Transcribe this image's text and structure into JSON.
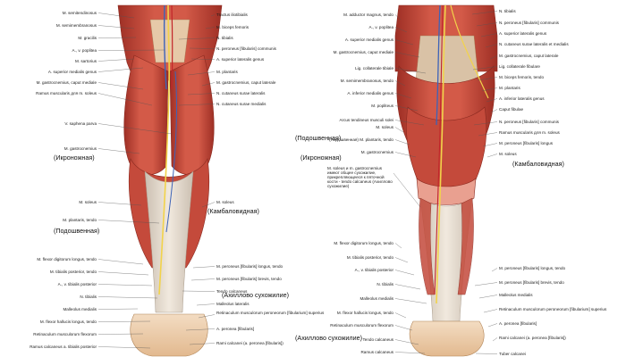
{
  "left_figure": {
    "labels_left": [
      "M. semitendinosus",
      "M. semimembranosus",
      "M. gracilis",
      "A., v. poplitea",
      "M. sartorius",
      "A. superior medialis genus",
      "M. gastrocnemius, caput mediale",
      "Ramus muscularis для m. soleus",
      "V. saphena parva",
      "M. gastrocnemius",
      "M. soleus",
      "M. plantaris, tendo",
      "M. flexor digitorum longus, tendo",
      "M. tibialis posterior, tendo",
      "A., v. tibialis posterior",
      "N. tibialis",
      "Malleolus medialis",
      "M. flexor hallucis longus, tendo",
      "Retinaculum musculorum flexorum",
      "Ramus calcaneus a. tibialis posterior"
    ],
    "labels_right": [
      "Tractus iliotibialis",
      "M. biceps femoris",
      "N. tibialis",
      "N. peroneus [fibularis] communis",
      "A. superior lateralis genus",
      "M. plantaris",
      "M. gastrocnemius, caput laterale",
      "N. cutaneus surae lateralis",
      "N. cutaneus surae medialis",
      "M. soleus",
      "M. peroneus [fibularis] longus, tendo",
      "M. peroneus [fibularis] brevis, tendo",
      "Tendo calcaneus",
      "Malleolus lateralis",
      "Retinaculum musculorum peroneorum [fibularium] superius",
      "A. peronea [fibularis]",
      "Rami calcanei (a. peronea [fibularis])"
    ],
    "russian": {
      "gastrocnemius": "(Икроножная)",
      "soleus": "(Камбаловидная)",
      "plantaris": "(Подошвенная)",
      "achilles": "(Ахиллово сухожилие)"
    }
  },
  "right_figure": {
    "labels_left": [
      "M. adductor magnus, tendo",
      "A., v. poplitea",
      "A. superior medialis genus",
      "M. gastrocnemius, caput mediale",
      "Lig. collaterale tibiale",
      "M. semimembranosus, tendo",
      "A. inferior medialis genus",
      "M. popliteus",
      "Arcus tendineus musculi solei",
      "M. soleus",
      "(Подошвенная) M. plantaris, tendo",
      "M. gastrocnemius",
      "M. soleus и m. gastrocnemius имеют общее сухожилие, прикрепляющееся к пяточной кости - tendo calcaneus (Ахиллово сухожилие)",
      "M. flexor digitorum longus, tendo",
      "M. tibialis posterior, tendo",
      "A., v. tibialis posterior",
      "N. tibialis",
      "Malleolus medialis",
      "M. flexor hallucis longus, tendo",
      "Retinaculum musculorum flexorum",
      "Tendo calcaneus",
      "Ramus calcaneus"
    ],
    "labels_right": [
      "N. tibialis",
      "N. peroneus [fibularis] communis",
      "A. superior lateralis genus",
      "N. cutaneus surae lateralis et medialis",
      "M. gastrocnemius, caput laterale",
      "Lig. collaterale fibulare",
      "M. biceps femoris, tendo",
      "M. plantaris",
      "A. inferior lateralis genus",
      "Caput fibulae",
      "N. peroneus [fibularis] communis",
      "Ramus muscularis для m. soleus",
      "M. peroneus [fibularis] longus",
      "M. soleus",
      "M. peroneus [fibularis] longus, tendo",
      "M. peroneus [fibularis] brevis, tendo",
      "Malleolus medialis",
      "Retinaculum musculorum peroneorum [fibularium] superius",
      "A. peronea [fibularis]",
      "Rami calcanei (a. peronea [fibularis])",
      "Tuber calcanei"
    ],
    "russian": {
      "plantaris": "(Подошвенная)",
      "gastrocnemius": "(Икроножная)",
      "soleus": "(Камбаловидная)",
      "achilles": "(Ахиллово сухожилие)"
    }
  },
  "colors": {
    "muscle": "#c9493a",
    "muscle_dark": "#9e2f25",
    "muscle_light": "#e27866",
    "tendon": "#e9dfd3",
    "tendon_shade": "#cbbfb1",
    "nerve": "#f2d34a",
    "vein": "#3d63b8",
    "artery": "#c2252a",
    "leader": "#555555"
  }
}
